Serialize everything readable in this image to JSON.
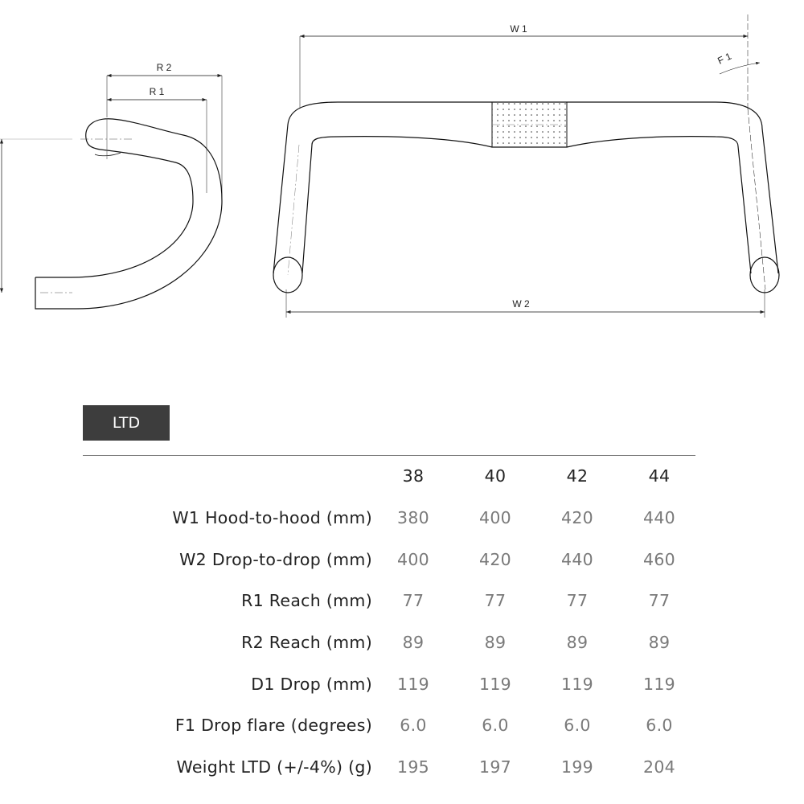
{
  "drawing": {
    "side_view_labels": {
      "r2": "R 2",
      "r1": "R 1"
    },
    "front_view_labels": {
      "w1": "W 1",
      "w2": "W 2",
      "f1": "F 1"
    }
  },
  "spec_table": {
    "tab_label": "LTD",
    "sizes": [
      "38",
      "40",
      "42",
      "44"
    ],
    "rows": [
      {
        "label": "W1 Hood-to-hood (mm)",
        "values": [
          "380",
          "400",
          "420",
          "440"
        ]
      },
      {
        "label": "W2 Drop-to-drop (mm)",
        "values": [
          "400",
          "420",
          "440",
          "460"
        ]
      },
      {
        "label": "R1 Reach (mm)",
        "values": [
          "77",
          "77",
          "77",
          "77"
        ]
      },
      {
        "label": "R2 Reach (mm)",
        "values": [
          "89",
          "89",
          "89",
          "89"
        ]
      },
      {
        "label": "D1 Drop (mm)",
        "values": [
          "119",
          "119",
          "119",
          "119"
        ]
      },
      {
        "label": "F1 Drop flare (degrees)",
        "values": [
          "6.0",
          "6.0",
          "6.0",
          "6.0"
        ]
      },
      {
        "label": "Weight LTD (+/-4%) (g)",
        "values": [
          "195",
          "197",
          "199",
          "204"
        ]
      }
    ]
  },
  "colors": {
    "tab_bg": "#3d3d3d",
    "value_text": "#7a7a7a",
    "label_text": "#222222"
  }
}
